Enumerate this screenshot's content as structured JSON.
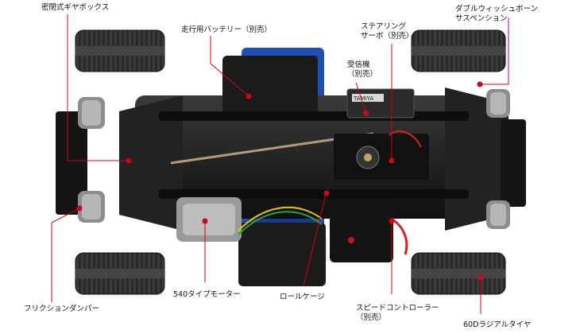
{
  "labels": {
    "gearbox": "密閉式ギヤボックス",
    "battery_line1": "走行用バッテリー（別売）",
    "steering_line1": "ステアリング",
    "steering_line2": "サーボ（別売）",
    "receiver_line1": "受信機",
    "receiver_line2": "（別売）",
    "suspension_line1": "ダブルウィッシュボーン",
    "suspension_line2": "サスペンション",
    "friction_damper": "フリクションダンパー",
    "motor": "540タイプモーター",
    "roll_cage": "ロールケージ",
    "esc_line1": "スピードコントローラー",
    "esc_line2": "（別売）",
    "tire": "60Dラジアルタイヤ"
  },
  "decor": {
    "receiver_brand": "TAMIYA"
  },
  "colors": {
    "leader_line": "#d0021b",
    "marker_dot": "#d0021b",
    "battery_blue": "#1f4fb0",
    "chassis": "#1a1a1a",
    "text": "#111111"
  }
}
